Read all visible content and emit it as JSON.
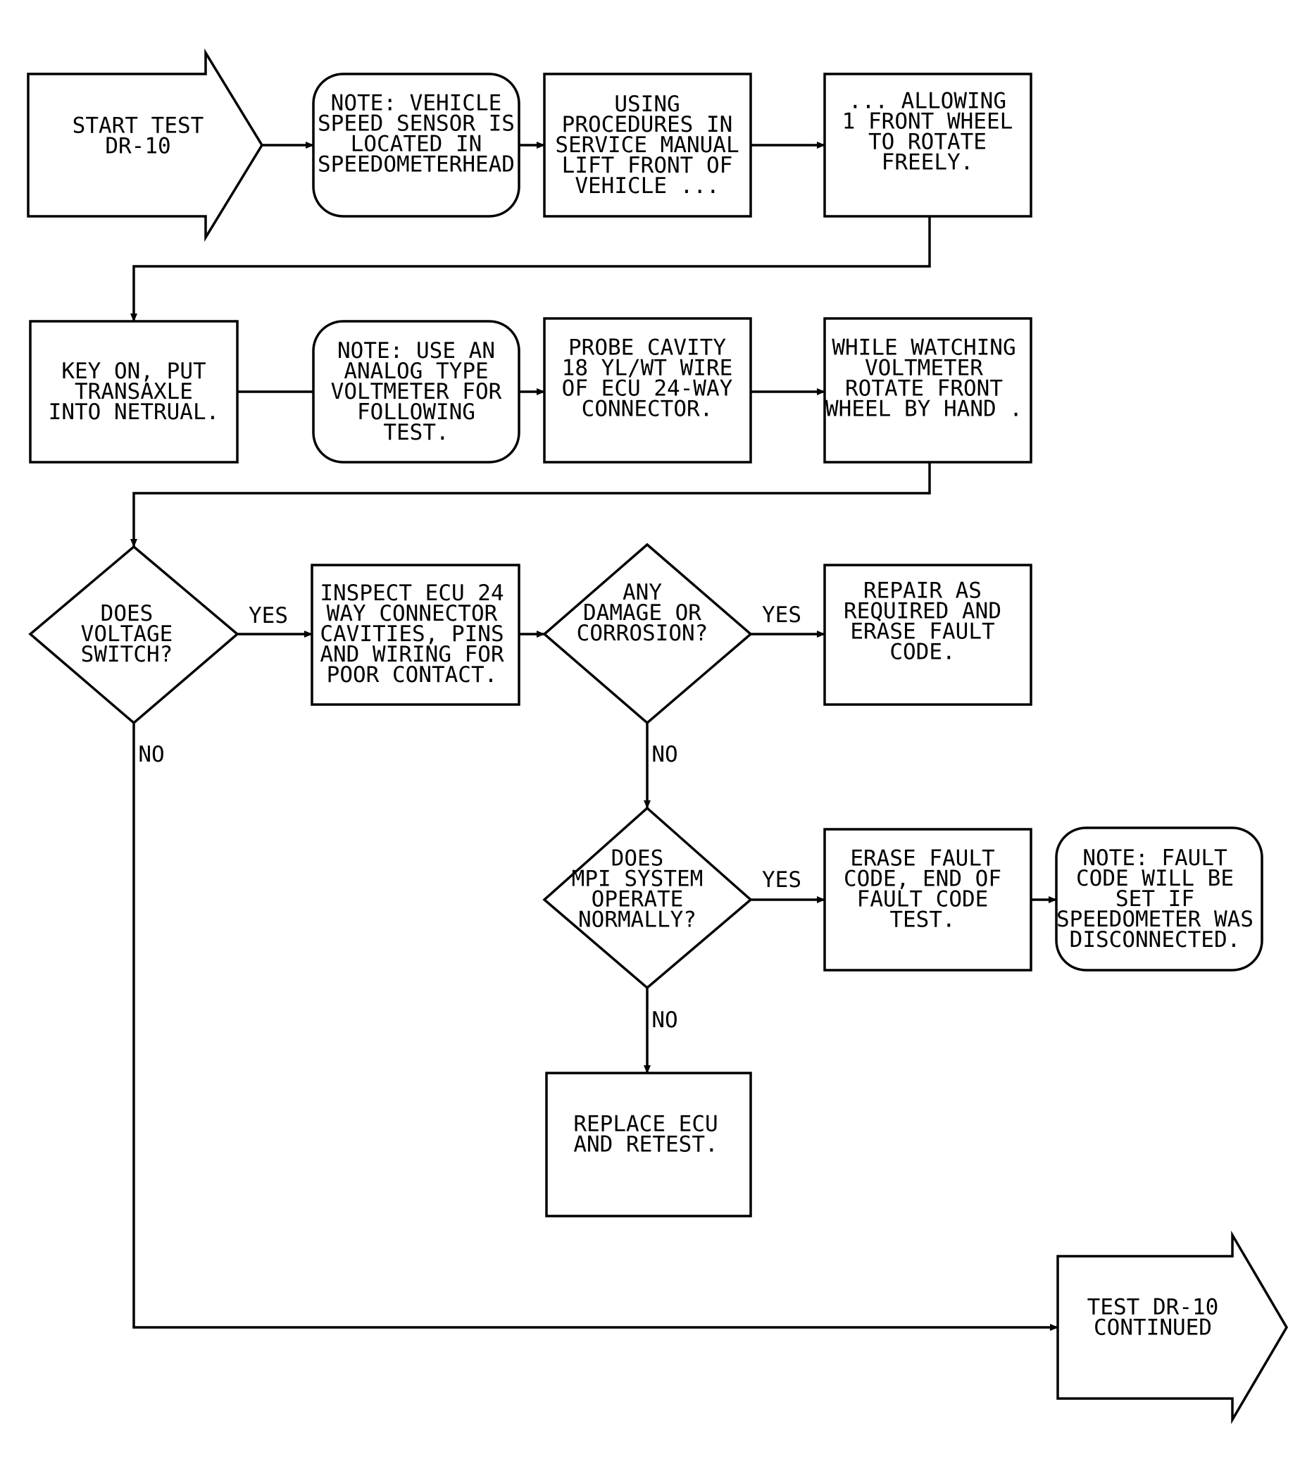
{
  "nodes": {
    "start": {
      "lines": [
        "START TEST",
        "DR-10"
      ]
    },
    "note_vss": {
      "lines": [
        "NOTE: VEHICLE",
        "SPEED SENSOR IS",
        "LOCATED IN",
        "SPEEDOMETERHEAD"
      ]
    },
    "lift": {
      "lines": [
        "USING",
        "PROCEDURES IN",
        "SERVICE MANUAL",
        "LIFT FRONT OF",
        "VEHICLE ..."
      ]
    },
    "allowing": {
      "lines": [
        "... ALLOWING",
        "1 FRONT WHEEL",
        "TO ROTATE",
        "FREELY."
      ]
    },
    "key_on": {
      "lines": [
        "KEY ON, PUT",
        "TRANSAXLE",
        "INTO NETRUAL."
      ]
    },
    "note_analog": {
      "lines": [
        "NOTE: USE AN",
        "ANALOG TYPE",
        "VOLTMETER FOR",
        "FOLLOWING",
        "TEST."
      ]
    },
    "probe": {
      "lines": [
        "PROBE CAVITY",
        "18 YL/WT WIRE",
        "OF ECU 24-WAY",
        "CONNECTOR."
      ]
    },
    "watch": {
      "lines": [
        "WHILE WATCHING",
        "VOLTMETER",
        "ROTATE FRONT",
        "WHEEL BY HAND ."
      ]
    },
    "voltage_switch": {
      "lines": [
        "DOES",
        "VOLTAGE",
        "SWITCH?"
      ]
    },
    "inspect": {
      "lines": [
        "INSPECT ECU 24",
        "WAY CONNECTOR",
        "CAVITIES, PINS",
        "AND WIRING FOR",
        "POOR CONTACT."
      ]
    },
    "damage": {
      "lines": [
        "ANY",
        "DAMAGE OR",
        "CORROSION?"
      ]
    },
    "repair": {
      "lines": [
        "REPAIR AS",
        "REQUIRED AND",
        "ERASE FAULT",
        "CODE."
      ]
    },
    "mpi": {
      "lines": [
        "DOES",
        "MPI SYSTEM",
        "OPERATE",
        "NORMALLY?"
      ]
    },
    "erase": {
      "lines": [
        "ERASE FAULT",
        "CODE, END OF",
        "FAULT CODE",
        "TEST."
      ]
    },
    "note_fault": {
      "lines": [
        "NOTE: FAULT",
        "CODE WILL BE",
        "SET IF",
        "SPEEDOMETER WAS",
        "DISCONNECTED."
      ]
    },
    "replace": {
      "lines": [
        "REPLACE ECU",
        "AND RETEST."
      ]
    },
    "continued": {
      "lines": [
        "TEST DR-10",
        "CONTINUED"
      ]
    }
  },
  "edge_labels": {
    "voltage_yes": "YES",
    "voltage_no": "NO",
    "damage_yes": "YES",
    "damage_no": "NO",
    "mpi_yes": "YES",
    "mpi_no": "NO"
  }
}
